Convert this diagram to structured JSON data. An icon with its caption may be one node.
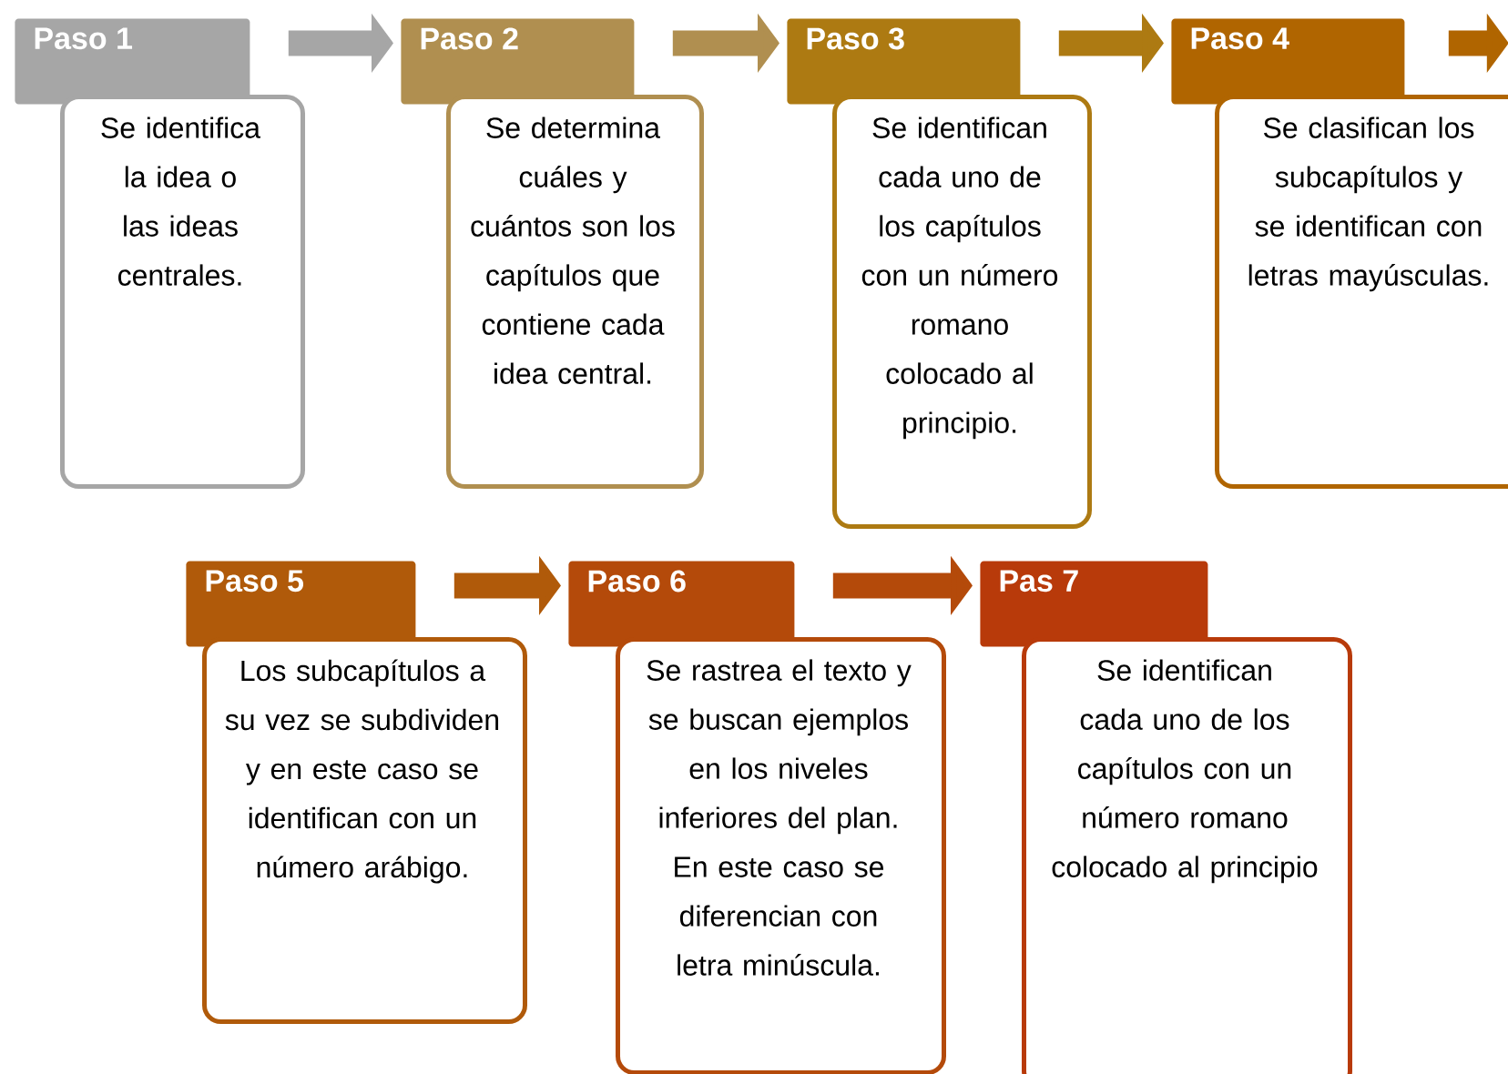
{
  "diagram": {
    "nodes": [
      {
        "text": [
          "Paso 1",
          "Se identifica la idea o las ideas centrales."
        ]
      },
      {
        "text": [
          "Paso 2",
          "Se determina cuáles y cuántos son los capítulos que contiene cada idea central."
        ]
      },
      {
        "text": [
          "Paso 3",
          "Se identifican cada uno de los capítulos con un número romano colocado al principio."
        ]
      },
      {
        "text": [
          "Paso 4",
          "Se clasifican los subcapítulos y se identifican con letras mayúsculas."
        ]
      },
      {
        "text": [
          "Paso 5",
          "Los subcapítulos a su vez se subdividen y en este caso se identifican con un número arábigo."
        ]
      },
      {
        "text": [
          "Paso 6",
          "Se rastrea el texto y se buscan ejemplos en los niveles inferiores del plan. En este caso se diferencian con letra minúscula."
        ]
      },
      {
        "text": [
          "Pas 7",
          "Se identifican cada uno de los capítulos con un número romano colocado al principio"
        ]
      }
    ],
    "edges": [
      {
        "from": 0,
        "to": 1,
        "arrow": "to",
        "color": "#a6a6a6"
      },
      {
        "from": 1,
        "to": 2,
        "arrow": "to",
        "color": "#b08f50"
      },
      {
        "from": 2,
        "to": 3,
        "arrow": "to",
        "color": "#ad7a12"
      },
      {
        "from": 3,
        "to": null,
        "arrow": "to",
        "color": "#b06500"
      },
      {
        "from": 4,
        "to": 5,
        "arrow": "to",
        "color": "#b05a0a"
      },
      {
        "from": 5,
        "to": 6,
        "arrow": "to",
        "color": "#b44a0a"
      }
    ]
  }
}
